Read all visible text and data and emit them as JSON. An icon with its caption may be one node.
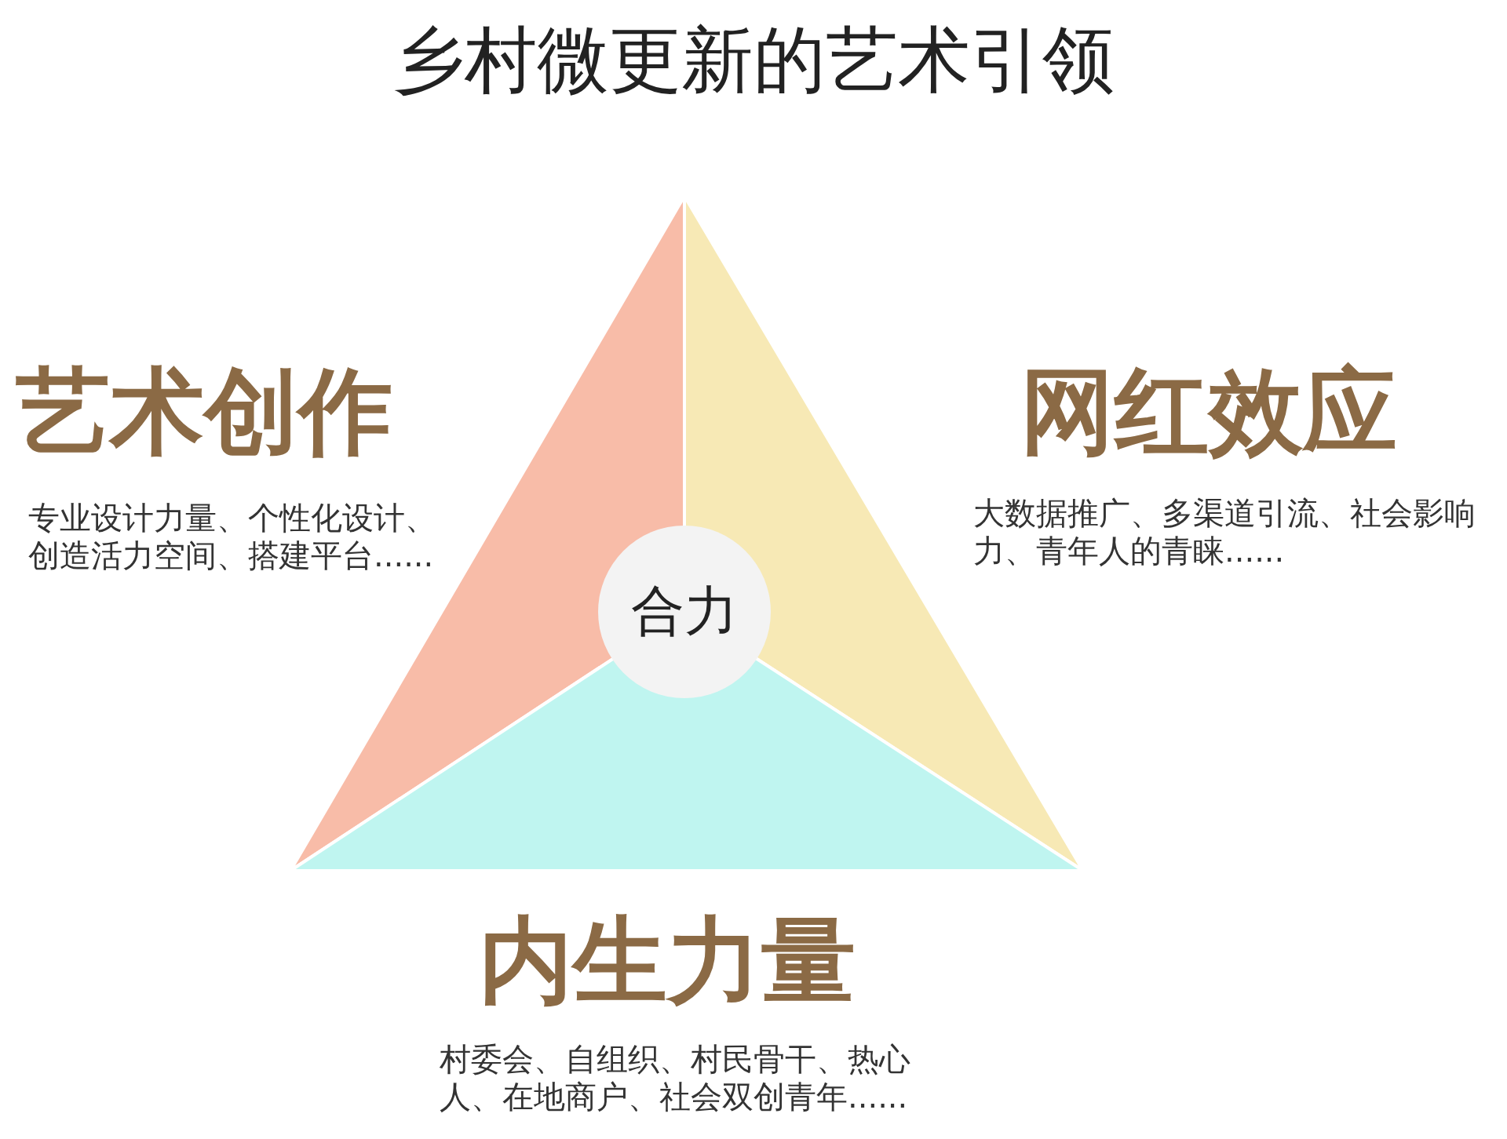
{
  "diagram": {
    "title": "乡村微更新的艺术引领",
    "nodes": [
      {
        "text": [
          "艺术创作",
          "专业设计力量、个性化设计、创造活力空间、搭建平台......"
        ]
      },
      {
        "text": [
          "网红效应",
          "大数据推广、多渠道引流、社会影响力、青年人的青睐......"
        ]
      },
      {
        "text": [
          "内生力量",
          "村委会、自组织、村民骨干、热心人、在地商户、社会双创青年......"
        ]
      },
      {
        "text": [
          "合力"
        ]
      }
    ],
    "edges": []
  }
}
